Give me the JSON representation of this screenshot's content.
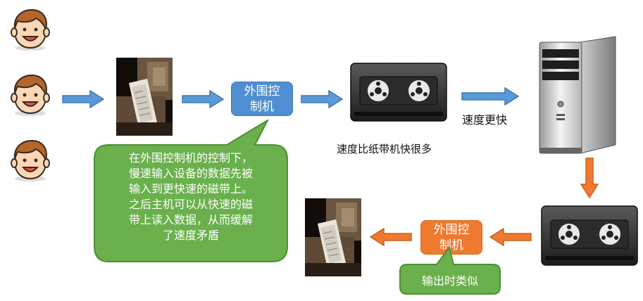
{
  "controller_top": {
    "line1": "外围控",
    "line2": "制机"
  },
  "controller_bottom": {
    "line1": "外围控",
    "line2": "制机"
  },
  "tape_speed_caption": "速度比纸带机快很多",
  "faster_label": "速度更快",
  "callout_main": {
    "lines": [
      "在外围控制机的控制下，",
      "慢速输入设备的数据先被",
      "输入到更快速的磁带上。",
      "之后主机可以从快速的磁",
      "带上读入数据，从而缓解",
      "了速度矛盾"
    ]
  },
  "callout_output": "输出时类似",
  "colors": {
    "blue": "#4f8fd1",
    "orange": "#ee7a2f",
    "green": "#6ab04c"
  },
  "icons": {
    "face": "smiling-face-icon",
    "tape": "tape-drive-icon",
    "computer": "tower-computer-icon"
  }
}
